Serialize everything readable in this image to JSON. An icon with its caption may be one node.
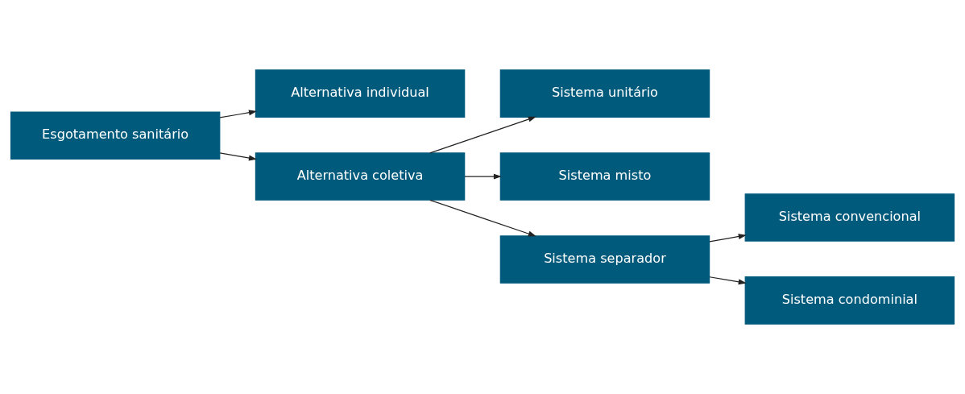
{
  "diagram": {
    "nodes": [
      {
        "text": [
          "Esgotamento sanitário"
        ]
      },
      {
        "text": [
          "Alternativa individual"
        ]
      },
      {
        "text": [
          "Alternativa coletiva"
        ]
      },
      {
        "text": [
          "Sistema unitário"
        ]
      },
      {
        "text": [
          "Sistema misto"
        ]
      },
      {
        "text": [
          "Sistema separador"
        ]
      },
      {
        "text": [
          "Sistema convencional"
        ]
      },
      {
        "text": [
          "Sistema condominial"
        ]
      }
    ],
    "edges": [
      {
        "from": 0,
        "to": 1,
        "arrow": "to"
      },
      {
        "from": 0,
        "to": 2,
        "arrow": "to"
      },
      {
        "from": 2,
        "to": 3,
        "arrow": "to"
      },
      {
        "from": 2,
        "to": 4,
        "arrow": "to"
      },
      {
        "from": 2,
        "to": 5,
        "arrow": "to"
      },
      {
        "from": 5,
        "to": 6,
        "arrow": "to"
      },
      {
        "from": 5,
        "to": 7,
        "arrow": "to"
      }
    ]
  }
}
